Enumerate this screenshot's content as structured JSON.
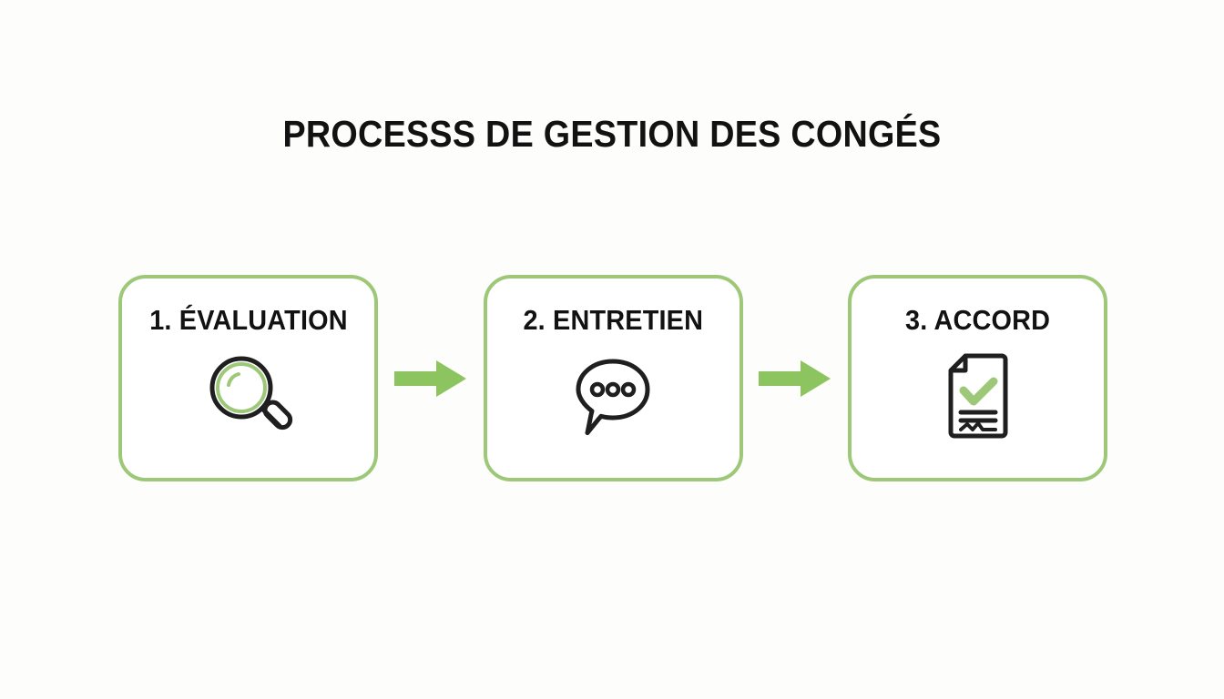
{
  "page": {
    "title": "PROCESSS DE GESTION DES CONGÉS",
    "background_color": "#fdfdfc",
    "accent_green": "#8cc45f",
    "border_green": "#9dc878",
    "text_color": "#121212",
    "icon_dark": "#1f1f1f"
  },
  "flow": {
    "steps": [
      {
        "label": "1. ÉVALUATION",
        "icon": "magnifier-icon",
        "number": "1",
        "name": "ÉVALUATION"
      },
      {
        "label": "2. ENTRETIEN",
        "icon": "speech-bubble-icon",
        "number": "2",
        "name": "ENTRETIEN"
      },
      {
        "label": "3. ACCORD",
        "icon": "signed-document-icon",
        "number": "3",
        "name": "ACCORD"
      }
    ],
    "connectors": [
      {
        "icon": "arrow-right-icon"
      },
      {
        "icon": "arrow-right-icon"
      }
    ]
  }
}
